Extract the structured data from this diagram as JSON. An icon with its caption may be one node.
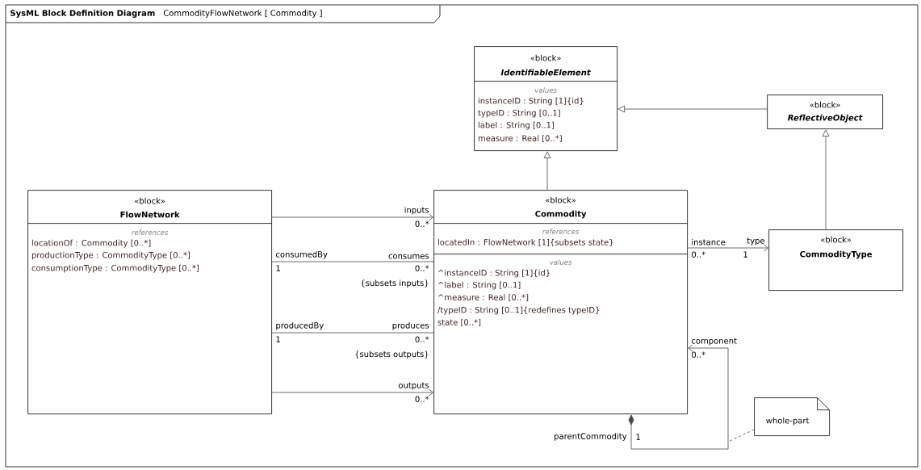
{
  "diagram": {
    "nodes": [
      {
        "text": [
          "SysML Block Definition Diagram",
          "CommodityFlowNetwork [ Commodity ]"
        ]
      },
      {
        "text": [
          "«block»",
          "IdentifiableElement",
          "values",
          "instanceID : String [1]{id}",
          "typeID : String [0..1]",
          "label : String [0..1]",
          "measure : Real [0..*]"
        ],
        "in": 0
      },
      {
        "text": [
          "«block»",
          "ReflectiveObject"
        ],
        "in": 0
      },
      {
        "text": [
          "«block»",
          "FlowNetwork",
          "references",
          "locationOf : Commodity [0..*]",
          "productionType : CommodityType [0..*]",
          "consumptionType : CommodityType [0..*]"
        ],
        "in": 0
      },
      {
        "text": [
          "«block»",
          "Commodity",
          "references",
          "locatedIn : FlowNetwork [1]{subsets state}",
          "values",
          "^instanceID : String [1]{id}",
          "^label : String [0..1]",
          "^measure : Real [0..*]",
          "/typeID : String [0..1]{redefines typeID}",
          "state [0..*]"
        ],
        "in": 0
      },
      {
        "text": [
          "«block»",
          "CommodityType"
        ],
        "in": 0
      },
      {
        "text": [
          "whole-part"
        ],
        "in": 0
      }
    ],
    "edges": [
      {
        "from": 2,
        "to": 1,
        "arrow": "to"
      },
      {
        "from": 4,
        "to": 1,
        "arrow": "to"
      },
      {
        "from": 5,
        "to": 2,
        "arrow": "to"
      },
      {
        "from": 3,
        "to": 4,
        "arrow": "to"
      },
      {
        "from": 3,
        "to": 4,
        "arrow": "none"
      },
      {
        "from": 3,
        "to": 4,
        "arrow": "none"
      },
      {
        "from": 3,
        "to": 4,
        "arrow": "to"
      },
      {
        "from": 4,
        "to": 5,
        "arrow": "to"
      },
      {
        "from": 4,
        "to": 4,
        "arrow": "to"
      },
      {
        "from": 6,
        "to": null,
        "arrow": "none",
        "style": "dashed"
      }
    ],
    "labels": [
      "inputs",
      "0..*",
      "consumedBy",
      "consumes",
      "1",
      "0..*",
      "{subsets inputs}",
      "producedBy",
      "produces",
      "1",
      "0..*",
      "{subsets outputs}",
      "outputs",
      "0..*",
      "instance",
      "type",
      "0..*",
      "1",
      "component",
      "0..*",
      "parentCommodity",
      "1"
    ]
  }
}
